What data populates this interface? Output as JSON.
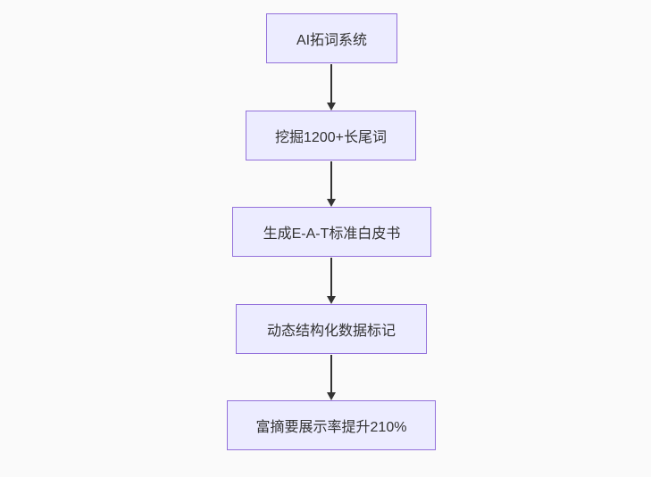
{
  "flowchart": {
    "type": "flowchart",
    "direction": "top-down",
    "nodes": [
      {
        "id": "n1",
        "label": "AI拓词系统"
      },
      {
        "id": "n2",
        "label": "挖掘1200+长尾词"
      },
      {
        "id": "n3",
        "label": "生成E-A-T标准白皮书"
      },
      {
        "id": "n4",
        "label": "动态结构化数据标记"
      },
      {
        "id": "n5",
        "label": "富摘要展示率提升210%"
      }
    ],
    "edges": [
      {
        "from": "n1",
        "to": "n2"
      },
      {
        "from": "n2",
        "to": "n3"
      },
      {
        "from": "n3",
        "to": "n4"
      },
      {
        "from": "n4",
        "to": "n5"
      }
    ],
    "colors": {
      "node_fill": "#ececff",
      "node_border": "#9370db",
      "node_text": "#333333",
      "edge": "#333333",
      "background": "#fafafa"
    }
  }
}
